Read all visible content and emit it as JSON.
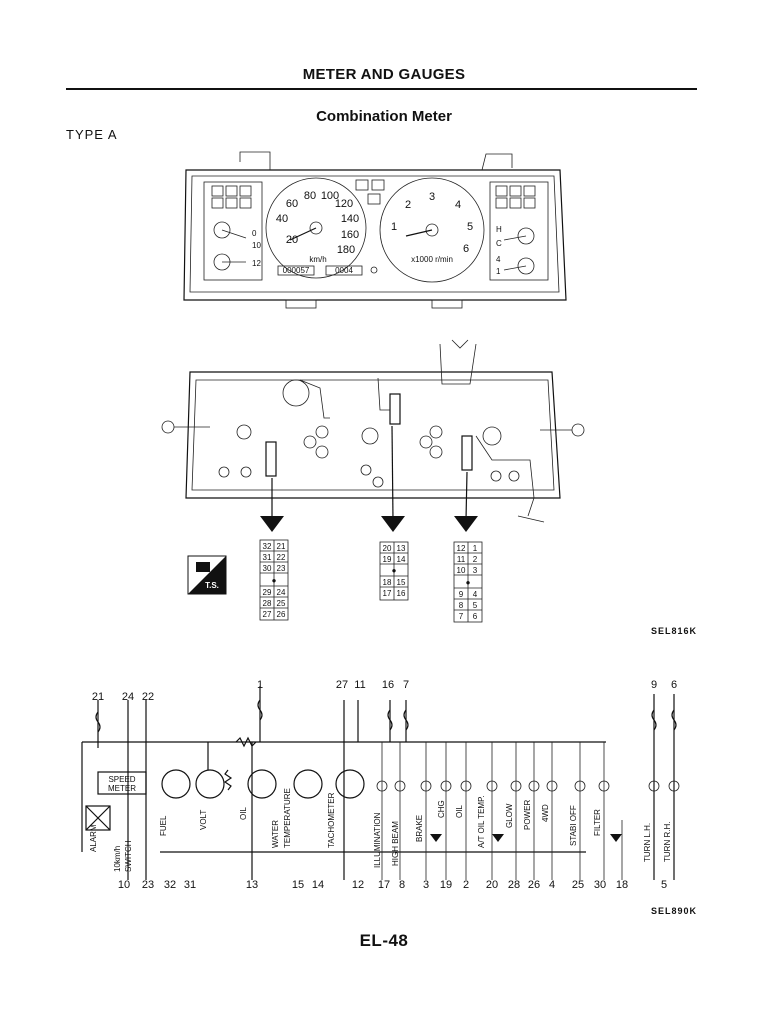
{
  "header": {
    "title": "METER AND GAUGES"
  },
  "section": {
    "title": "Combination Meter",
    "type_label": "TYPE A"
  },
  "meter": {
    "speedo_ticks": [
      "20",
      "40",
      "60",
      "80",
      "100",
      "120",
      "140",
      "160",
      "180"
    ],
    "speedo_unit": "km/h",
    "tacho_ticks": [
      "1",
      "2",
      "3",
      "4",
      "5",
      "6"
    ],
    "tacho_unit": "x1000 r/min",
    "odometer": "000057",
    "tripmeter": "0004",
    "left_gauge_marks": [
      "0",
      "10",
      "12"
    ],
    "right_gauge_marks": [
      "H",
      "C",
      "4",
      "1"
    ]
  },
  "connectors": {
    "logo_text": "T.S.",
    "left": [
      [
        "32",
        "21"
      ],
      [
        "31",
        "22"
      ],
      [
        "30",
        "23"
      ],
      [
        "●",
        ""
      ],
      [
        "29",
        "24"
      ],
      [
        "28",
        "25"
      ],
      [
        "27",
        "26"
      ]
    ],
    "middle": [
      [
        "20",
        "13"
      ],
      [
        "19",
        "14"
      ],
      [
        "●",
        ""
      ],
      [
        "18",
        "15"
      ],
      [
        "17",
        "16"
      ]
    ],
    "right": [
      [
        "12",
        "1"
      ],
      [
        "11",
        "2"
      ],
      [
        "10",
        "3"
      ],
      [
        "●",
        ""
      ],
      [
        "9",
        "4"
      ],
      [
        "8",
        "5"
      ],
      [
        "7",
        "6"
      ]
    ]
  },
  "ref_codes": {
    "fig1": "SEL816K",
    "fig2": "SEL890K"
  },
  "schematic": {
    "top_terminals": [
      "21",
      "24",
      "22",
      "1",
      "27",
      "11",
      "16",
      "7",
      "9",
      "6"
    ],
    "bottom_terminals": [
      "10",
      "23",
      "32",
      "31",
      "13",
      "15",
      "14",
      "12",
      "17",
      "8",
      "3",
      "19",
      "2",
      "20",
      "28",
      "26",
      "4",
      "25",
      "30",
      "18",
      "5"
    ],
    "labels": {
      "speed_meter": [
        "SPEED",
        "METER"
      ],
      "alarm": "ALARM",
      "switch": [
        "10km/h",
        "SWITCH"
      ],
      "fuel": "FUEL",
      "volt": "VOLT",
      "oil": "OIL",
      "water": [
        "WATER",
        "TEMPERATURE"
      ],
      "tachometer": "TACHOMETER",
      "illumination": "ILLUMINATION",
      "high_beam": "HIGH BEAM",
      "brake": "BRAKE",
      "chg": "CHG",
      "oil_lamp": "OIL",
      "at_oil": "A/T OIL TEMP.",
      "glow": "GLOW",
      "power": "POWER",
      "fourwd": "4WD",
      "stabi": "STABI OFF",
      "filter": "FILTER",
      "turn_lh": "TURN L.H.",
      "turn_rh": "TURN R.H."
    }
  }
}
